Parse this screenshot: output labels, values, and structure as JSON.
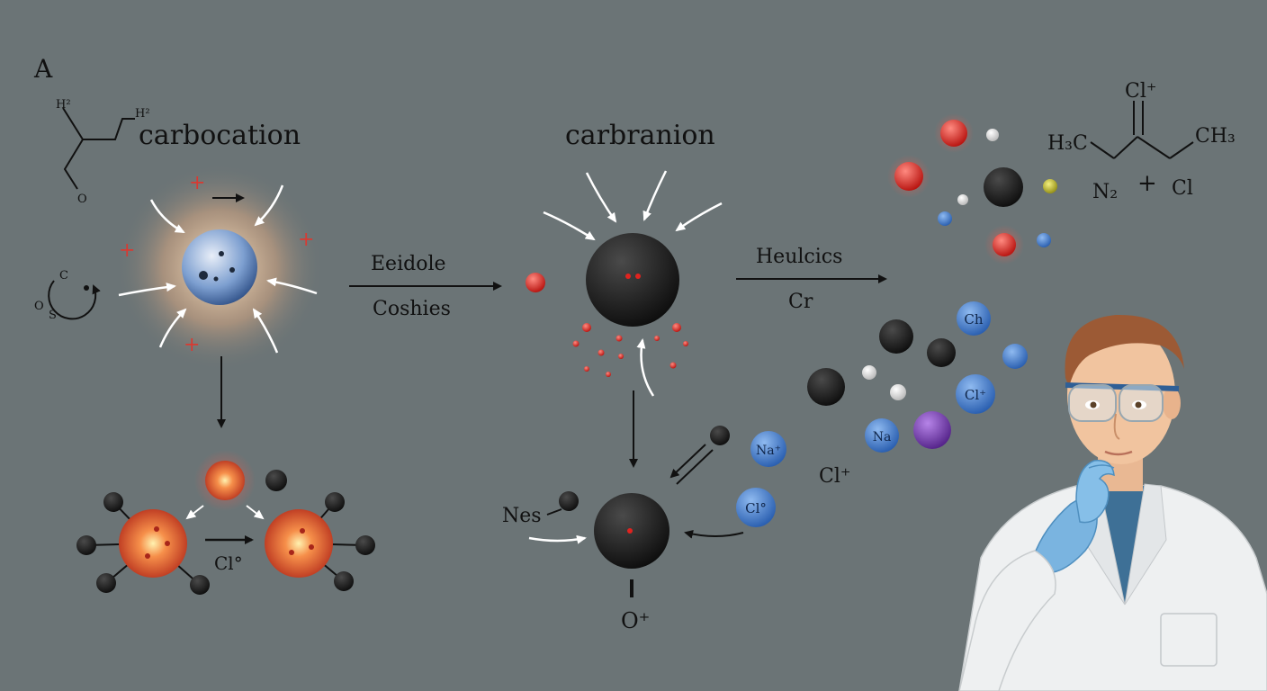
{
  "panel_label": "A",
  "left": {
    "title": "carbocation",
    "struct_h1": "H²",
    "struct_h2": "H²",
    "struct_o": "O",
    "cycle_c": "C",
    "cycle_o": "O",
    "cycle_s": "S",
    "charge_sign": "+",
    "product_label": "Cl°"
  },
  "arrow1": {
    "top_label": "Eeidole",
    "bottom_label": "Coshies"
  },
  "middle": {
    "title": "carbranion",
    "nes_label": "Nes",
    "na_label": "Na⁺",
    "cl_label": "Cl°",
    "o_label": "O⁺"
  },
  "arrow2": {
    "top_label": "Heulcics",
    "bottom_label": "Cr"
  },
  "right": {
    "formula_cl": "Cl⁺",
    "formula_h3c": "H₃C",
    "formula_ch3": "CH₃",
    "formula_n2": "N₂",
    "formula_plus": "+",
    "formula_cl2": "Cl",
    "atom_ch": "Ch",
    "atom_cl": "Cl⁺",
    "atom_na": "Na",
    "loose_cl": "Cl⁺"
  },
  "colors": {
    "background": "#6b7476",
    "red_atom": "#e0231f",
    "blue_atom": "#3f7fd6",
    "black_atom": "#151515",
    "purple_atom": "#7a3fb3",
    "yellow_atom": "#c9c21a",
    "lab_coat": "#f1f3f4",
    "glove": "#7ab4e0"
  }
}
